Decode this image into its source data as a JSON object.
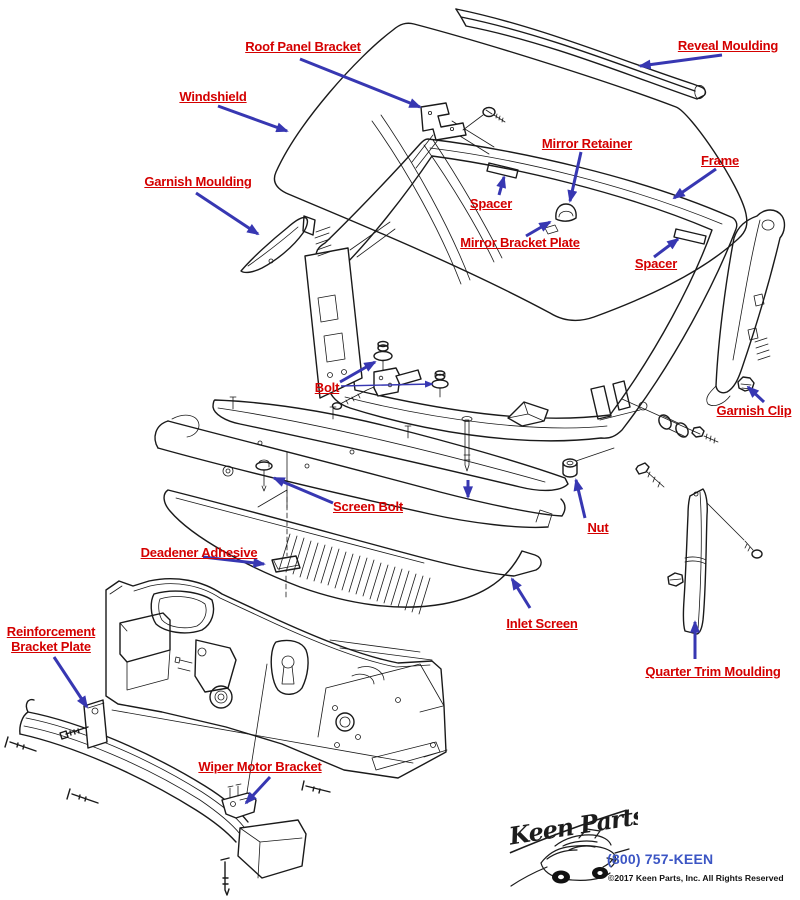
{
  "diagram_labels": {
    "roof_panel_bracket": "Roof Panel Bracket",
    "reveal_moulding": "Reveal Moulding",
    "windshield": "Windshield",
    "mirror_retainer": "Mirror Retainer",
    "frame": "Frame",
    "garnish_moulding": "Garnish Moulding",
    "spacer_upper": "Spacer",
    "mirror_bracket_plate": "Mirror Bracket Plate",
    "spacer_lower": "Spacer",
    "bolt": "Bolt",
    "garnish_clip": "Garnish Clip",
    "screen_bolt": "Screen Bolt",
    "nut": "Nut",
    "deadener_adhesive": "Deadener Adhesive",
    "inlet_screen": "Inlet Screen",
    "reinforcement_bracket_plate_line1": "Reinforcement",
    "reinforcement_bracket_plate_line2": "Bracket Plate",
    "quarter_trim_moulding": "Quarter Trim Moulding",
    "wiper_motor_bracket": "Wiper Motor Bracket"
  },
  "footer": {
    "logo_script": "Keen Parts",
    "phone": "(800) 757-KEEN",
    "copyright": "©2017 Keen Parts, Inc. All Rights Reserved"
  },
  "colors": {
    "label_red": "#d40000",
    "arrow_blue": "#3737b2",
    "phone_blue": "#3b55c4",
    "line_black": "#1a1a1a"
  }
}
